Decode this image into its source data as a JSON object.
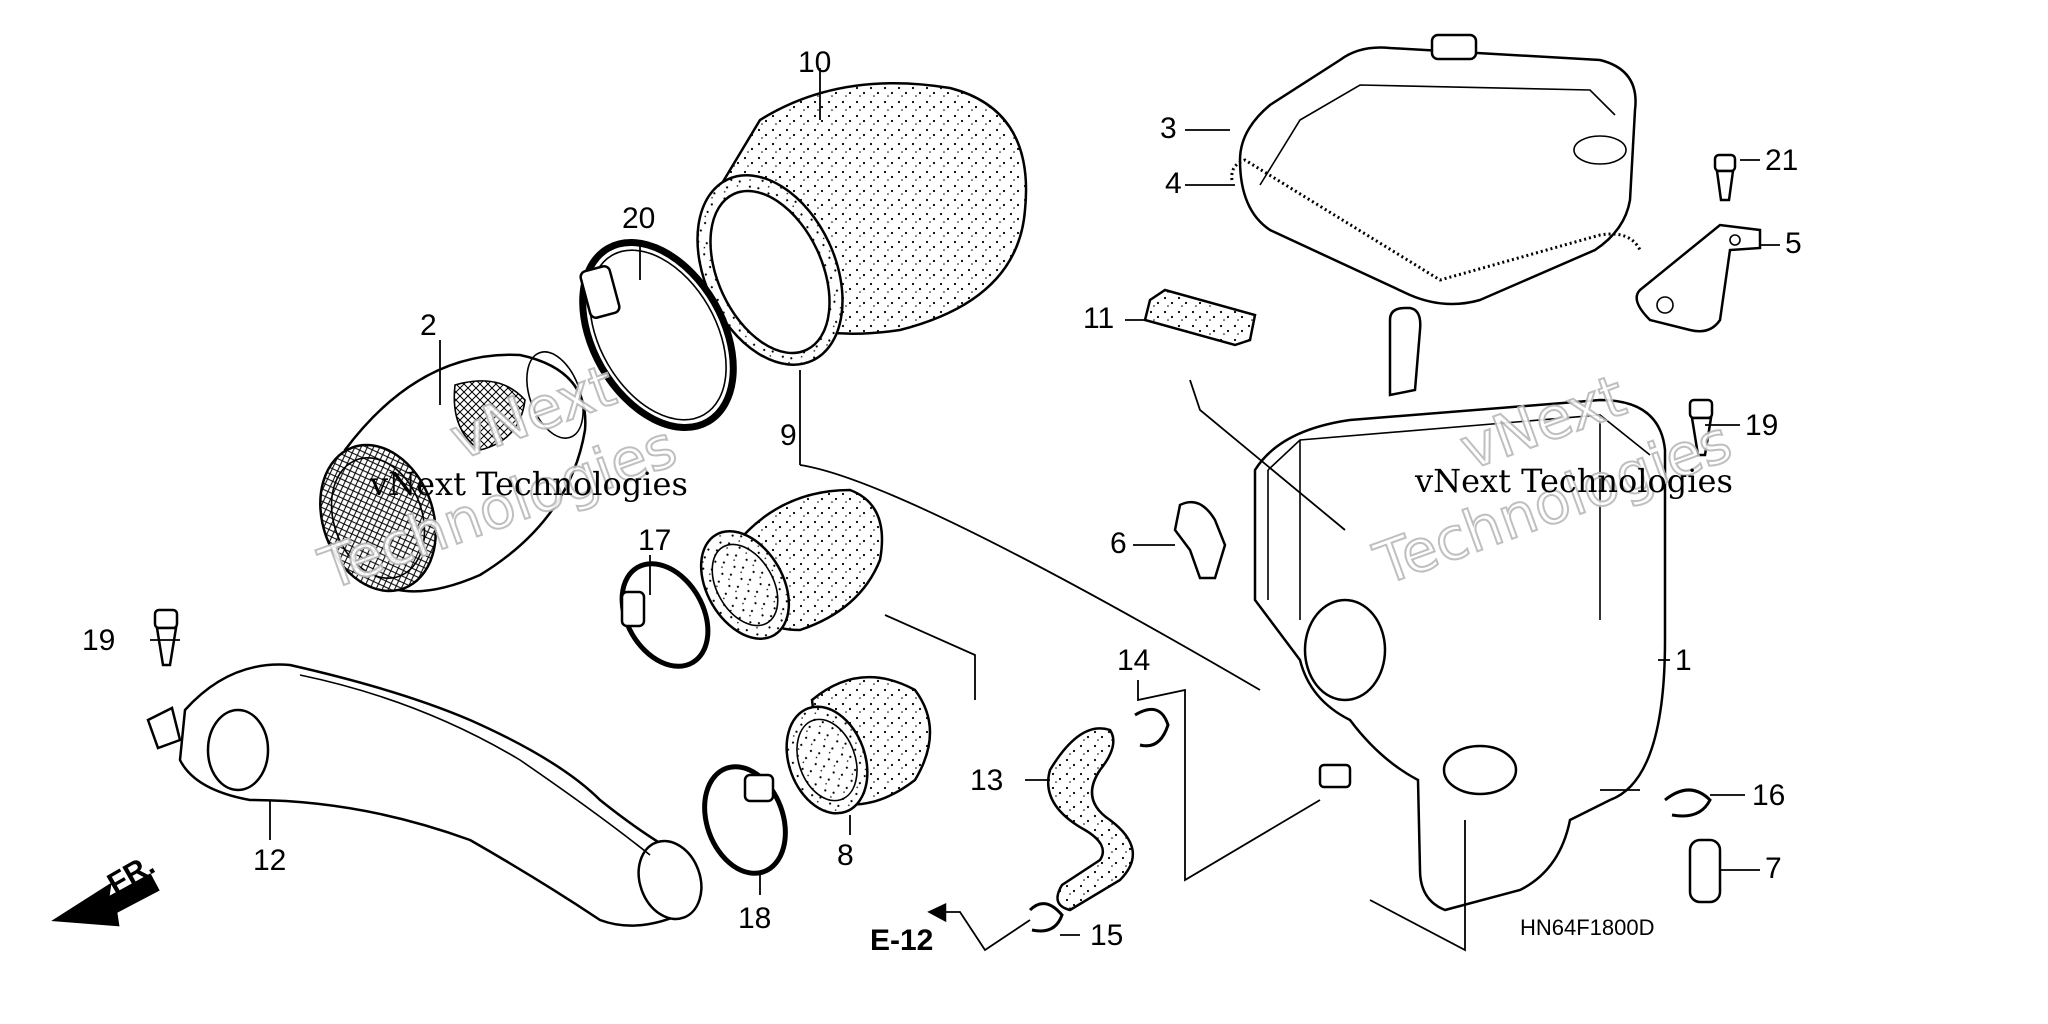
{
  "diagram_code": "HN64F1800D",
  "reference": {
    "label": "E-12"
  },
  "direction": {
    "label": "FR."
  },
  "watermark": {
    "company": "vNext",
    "suffix": "Technologies",
    "inline": "vNext Technologies"
  },
  "callouts": [
    "1",
    "2",
    "3",
    "4",
    "5",
    "6",
    "7",
    "8",
    "9",
    "10",
    "11",
    "12",
    "13",
    "14",
    "15",
    "16",
    "17",
    "18",
    "19",
    "19",
    "20",
    "21"
  ],
  "colors": {
    "line": "#000000",
    "background": "#ffffff",
    "watermark": "#b9b9b9"
  }
}
